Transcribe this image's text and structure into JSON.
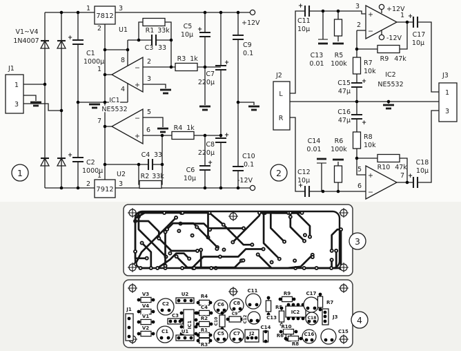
{
  "sym": {
    "plus": "+",
    "minus": "−"
  },
  "c1": {
    "badge": "1",
    "diodes": {
      "ref": "V1~V4",
      "part": "1N4007"
    },
    "j1": {
      "name": "J1",
      "pin1": "1",
      "pin3": "3"
    },
    "u1": {
      "label": "7812",
      "ref": "U1",
      "pin1": "1",
      "pin2": "2",
      "pin3": "3"
    },
    "u2": {
      "label": "7912",
      "ref": "U2",
      "pin1": "1",
      "pin2": "2",
      "pin3": "3"
    },
    "ic1": {
      "ref": "IC1",
      "part": "NE5532",
      "pin1": "1",
      "pin2": "2",
      "pin3": "3",
      "pin4": "4",
      "pin5": "5",
      "pin6": "6",
      "pin7": "7",
      "pin8": "8"
    },
    "r1": {
      "ref": "R1",
      "val": "33k"
    },
    "r2": {
      "ref": "R2",
      "val": "33k"
    },
    "r3": {
      "ref": "R3",
      "val": "1k"
    },
    "r4": {
      "ref": "R4",
      "val": "1k"
    },
    "cap1": {
      "ref": "C1",
      "val": "1000µ"
    },
    "cap2": {
      "ref": "C2",
      "val": "1000µ"
    },
    "cap3": {
      "ref": "C3",
      "val": "33"
    },
    "cap4": {
      "ref": "C4",
      "val": "33"
    },
    "cap5": {
      "ref": "C5",
      "val": "10µ"
    },
    "cap6": {
      "ref": "C6",
      "val": "10µ"
    },
    "cap7": {
      "ref": "C7",
      "val": "220µ"
    },
    "cap8": {
      "ref": "C8",
      "val": "220µ"
    },
    "cap9": {
      "ref": "C9",
      "val": "0.1"
    },
    "cap10": {
      "ref": "C10",
      "val": "0.1"
    },
    "out_pos": "+12V",
    "out_neg": "-12V"
  },
  "c2": {
    "badge": "2",
    "j2": {
      "name": "J2",
      "pinL": "L",
      "pinR": "R"
    },
    "j3": {
      "name": "J3",
      "pin1": "1",
      "pin3": "3"
    },
    "ic2": {
      "ref": "IC2",
      "part": "NE5532",
      "pin1": "1",
      "pin2": "2",
      "pin3": "3",
      "pin5": "5",
      "pin6": "6",
      "pin7": "7"
    },
    "r5": {
      "ref": "R5",
      "val": "100k"
    },
    "r6": {
      "ref": "R6",
      "val": "100k"
    },
    "r7": {
      "ref": "R7",
      "val": "10k"
    },
    "r8": {
      "ref": "R8",
      "val": "10k"
    },
    "r9": {
      "ref": "R9",
      "val": "47k"
    },
    "r10": {
      "ref": "R10",
      "val": "47k"
    },
    "cap11": {
      "ref": "C11",
      "val": "10µ"
    },
    "cap12": {
      "ref": "C12",
      "val": "10µ"
    },
    "cap13": {
      "ref": "C13",
      "val": "0.01"
    },
    "cap14": {
      "ref": "C14",
      "val": "0.01"
    },
    "cap15": {
      "ref": "C15",
      "val": "47µ"
    },
    "cap16": {
      "ref": "C16",
      "val": "47µ"
    },
    "cap17": {
      "ref": "C17",
      "val": "10µ"
    },
    "cap18": {
      "ref": "C18",
      "val": "10µ"
    },
    "rail_pos": "+12V",
    "rail_neg": "-12V"
  },
  "pcb3": {
    "badge": "3"
  },
  "pcb4": {
    "badge": "4",
    "parts": {
      "j1": "J1",
      "v1": "V1",
      "v2": "V2",
      "v3": "V3",
      "v4": "V4",
      "c1": "C1",
      "c2": "C2",
      "c3": "C3",
      "ic1": "IC1",
      "u1": "U1",
      "u2": "U2",
      "r1": "R1",
      "r2": "R2",
      "r3": "R3",
      "r4": "R4",
      "c4": "C4",
      "c5": "C5",
      "c6": "C6",
      "c7": "C7",
      "c8": "C8",
      "c9": "C9",
      "c10": "C10",
      "c11": "C11",
      "c12": "C12",
      "j2": "J2",
      "r5": "R5",
      "r6": "R6",
      "r9": "R9",
      "r10": "R10",
      "r8": "R8",
      "c13": "C13",
      "c14": "C14",
      "ic2": "IC2",
      "c17": "C17",
      "r7": "R7",
      "c18": "C18",
      "j3": "J3",
      "c16": "C16",
      "c15": "C15"
    }
  }
}
